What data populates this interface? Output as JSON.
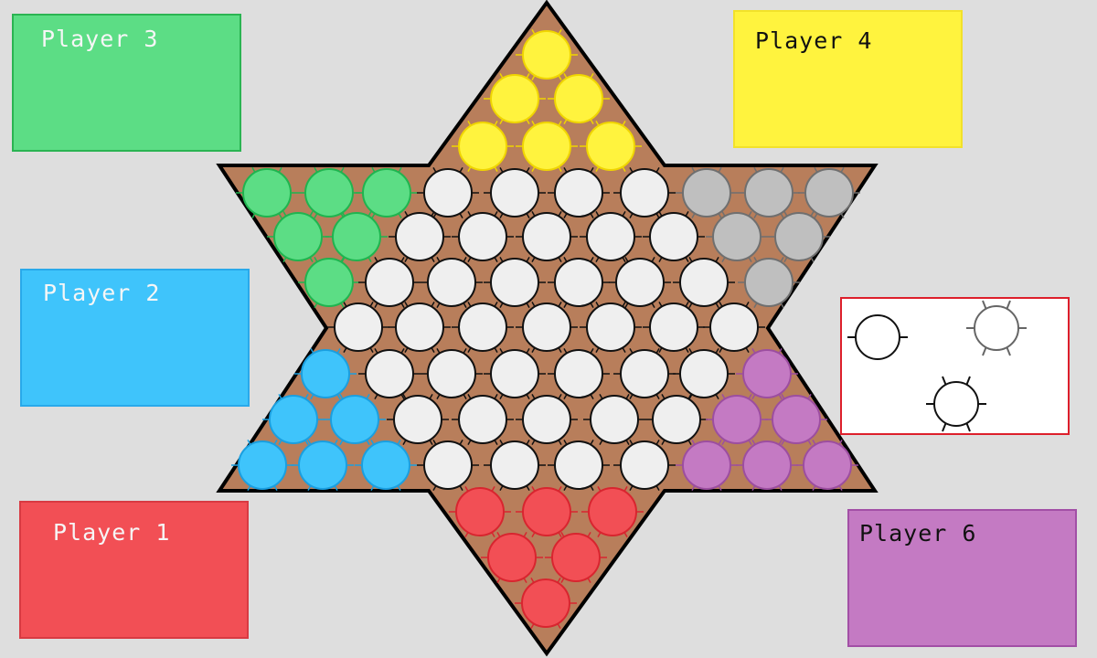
{
  "players": [
    {
      "id": "p1",
      "label": "Player 1",
      "fill": "#f24f55",
      "border": "#d83a42",
      "text": "#f6f6f6"
    },
    {
      "id": "p2",
      "label": "Player 2",
      "fill": "#3fc4fb",
      "border": "#29a9ea",
      "text": "#f6f6f6"
    },
    {
      "id": "p3",
      "label": "Player 3",
      "fill": "#5cdd85",
      "border": "#2ab452",
      "text": "#f6f6f6"
    },
    {
      "id": "p4",
      "label": "Player 4",
      "fill": "#fff33e",
      "border": "#f2e12a",
      "text": "#111111"
    },
    {
      "id": "p6",
      "label": "Player 6",
      "fill": "#c47ac3",
      "border": "#a24fa6",
      "text": "#111111"
    }
  ],
  "board": {
    "star_fill": "#b87e5b",
    "star_outline": "#000000",
    "empty_fill": "#efefef",
    "empty_stroke": "#111111",
    "camp_colors": {
      "top": {
        "fill": "#fff33e",
        "stroke": "#f0d500"
      },
      "upper_left": {
        "fill": "#5cdd85",
        "stroke": "#1fb44f"
      },
      "upper_right": {
        "fill": "#bfbfbf",
        "stroke": "#6f6f6f"
      },
      "lower_left": {
        "fill": "#3fc4fb",
        "stroke": "#1a9fe0"
      },
      "lower_right": {
        "fill": "#c47ac3",
        "stroke": "#9c4ea0"
      },
      "bottom": {
        "fill": "#f24f55",
        "stroke": "#d8252f"
      }
    }
  },
  "legend": {
    "border": "#dd1f2b",
    "pieces": [
      {
        "name": "legend-piece-black",
        "stroke": "#111111"
      },
      {
        "name": "legend-piece-gray",
        "stroke": "#666666"
      },
      {
        "name": "legend-piece-black-bottom",
        "stroke": "#111111"
      }
    ]
  }
}
